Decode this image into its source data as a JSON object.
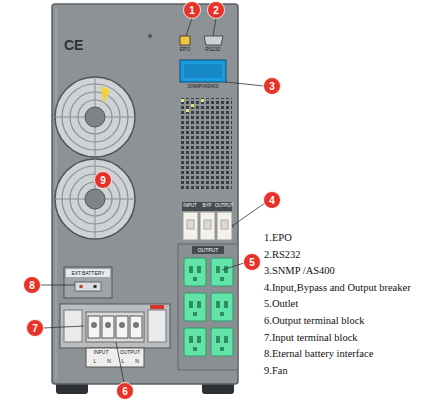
{
  "diagram": {
    "nodes": [
      {
        "text": [
          "1"
        ]
      },
      {
        "text": [
          "2"
        ]
      },
      {
        "text": [
          "3"
        ]
      },
      {
        "text": [
          "4"
        ]
      },
      {
        "text": [
          "5"
        ]
      },
      {
        "text": [
          "6"
        ]
      },
      {
        "text": [
          "7"
        ]
      },
      {
        "text": [
          "8"
        ]
      },
      {
        "text": [
          "9"
        ]
      }
    ],
    "labels": [
      "EPO",
      "RS232",
      "SNMP/AS400",
      "CE",
      "INPUT",
      "BYP",
      "OUTPUT",
      "OUTPUT",
      "EXT.BATTERY",
      "INPUT",
      "OUTPUT",
      "L",
      "N",
      "L",
      "N",
      "1.EPO",
      "2.RS232",
      "3.SNMP /AS400",
      "4.Input,Bypass and Output breaker",
      "5.Outlet",
      "6.Output terminal block",
      "7.Input terminal block",
      "8.Eternal battery interface",
      "9.Fan"
    ]
  }
}
